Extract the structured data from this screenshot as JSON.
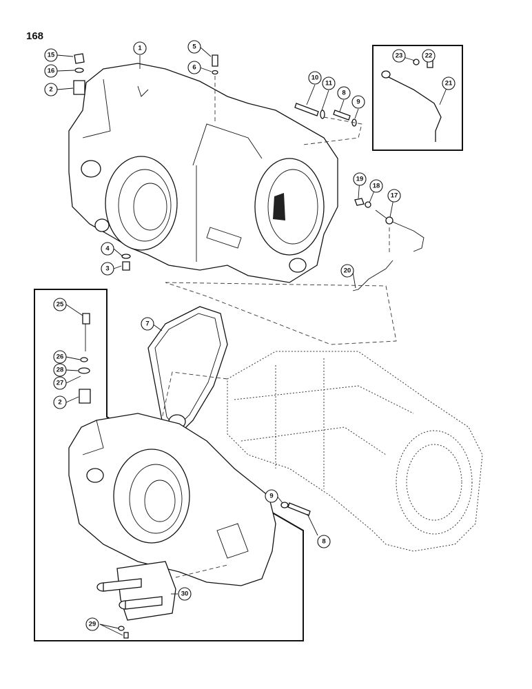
{
  "page": {
    "number": "168"
  },
  "callouts": {
    "c1": "1",
    "c2": "2",
    "c3": "3",
    "c4": "4",
    "c5": "5",
    "c6": "6",
    "c7": "7",
    "c8": "8",
    "c9": "9",
    "c10": "10",
    "c11": "11",
    "c15": "15",
    "c16": "16",
    "c17": "17",
    "c18": "18",
    "c19": "19",
    "c20": "20",
    "c21": "21",
    "c22": "22",
    "c23": "23",
    "c25": "25",
    "c26": "26",
    "c27": "27",
    "c28": "28",
    "c2b": "2",
    "c8b": "8",
    "c9b": "9",
    "c29": "29",
    "c30": "30"
  }
}
